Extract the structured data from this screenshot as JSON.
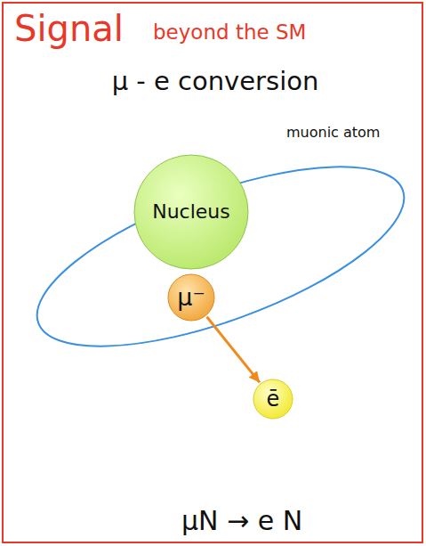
{
  "diagram": {
    "title": "Signal",
    "nodes": [
      {
        "text": [
          "Nucleus"
        ]
      },
      {
        "text": [
          "μ⁻"
        ]
      },
      {
        "text": [
          "ē"
        ]
      }
    ],
    "edges": [
      {
        "from": 1,
        "to": 2,
        "arrow": "to"
      }
    ],
    "labels": [
      "beyond the SM",
      "μ - e conversion",
      "muonic atom",
      "μN → e N"
    ]
  }
}
